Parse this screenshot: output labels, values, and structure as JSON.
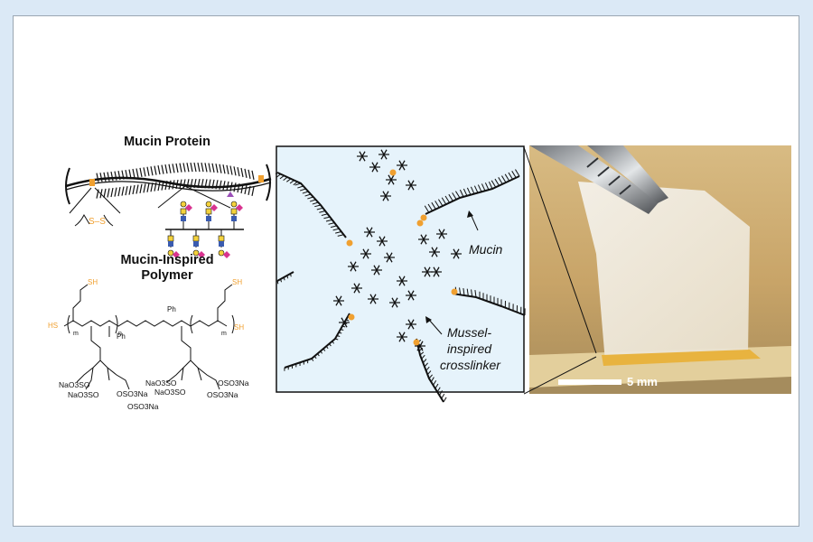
{
  "left_panel": {
    "protein_title": "Mucin Protein",
    "disulfide_label": "S–S",
    "polymer_title_line1": "Mucin-Inspired",
    "polymer_title_line2": "Polymer",
    "sh_label": "SH",
    "hs_label": "HS",
    "ph_label": "Ph",
    "m_label": "m",
    "n_label": "n",
    "sulfonate_labels": [
      "NaO3SO",
      "NaO3SO",
      "OSO3Na",
      "NaO3SO",
      "NaO3SO",
      "OSO3Na",
      "OSO3Na",
      "OSO3Na"
    ]
  },
  "middle_panel": {
    "mucin_label": "Mucin",
    "crosslinker_label_line1": "Mussel-",
    "crosslinker_label_line2": "inspired",
    "crosslinker_label_line3": "crosslinker"
  },
  "right_panel": {
    "scale_bar_label": "5 mm"
  },
  "colors": {
    "background": "#dbe9f6",
    "panel_fill": "#e6f3fb",
    "thiol_orange": "#f0a030",
    "glycan_yellow": "#f4d23c",
    "glycan_blue": "#3a5bb0",
    "glycan_magenta": "#d9338f",
    "photo_bg": "#c9a66e"
  }
}
